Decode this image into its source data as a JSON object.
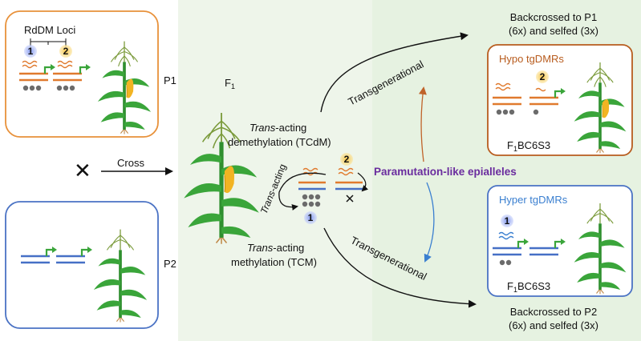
{
  "colors": {
    "p1_border": "#e8913a",
    "p2_border": "#4a72c4",
    "hypo_border": "#b85c1e",
    "hyper_border": "#4a72c4",
    "orange_line": "#e07a2e",
    "blue_line": "#4670c6",
    "green_arrow": "#3aa53a",
    "gray_dot": "#6b6b6b",
    "mid_bg": "#eef5ea",
    "right_bg": "#e6f2e1",
    "purple": "#6a2c9e",
    "hypo_arrow": "#c0632a",
    "hyper_arrow": "#3a7fd0"
  },
  "p1": {
    "loci_title": "RdDM Loci",
    "locus1": "1",
    "locus2": "2",
    "label": "P1"
  },
  "p2": {
    "label": "P2"
  },
  "cross": {
    "label": "Cross",
    "symbol": "✕"
  },
  "f1": {
    "label_main": "F",
    "label_sub": "1",
    "tcdm_italic": "Trans",
    "tcdm_line1_rest": "-acting",
    "tcdm_line2": "demethylation (TCdM)",
    "tcm_italic": "Trans",
    "tcm_line1_rest": "-acting",
    "tcm_line2": "methylation (TCM)",
    "trans_acting_italic": "Trans",
    "trans_acting_rest": "-acting",
    "locus1": "1",
    "locus2": "2"
  },
  "arrows": {
    "top_transgenerational": "Transgenerational",
    "bottom_transgenerational": "Transgenerational"
  },
  "paramutation": "Paramutation-like epialleles",
  "hypo": {
    "header_line1": "Backcrossed to P1",
    "header_line2": "(6x) and selfed (3x)",
    "title": "Hypo tgDMRs",
    "locus2": "2",
    "gen_main": "F",
    "gen_sub": "1",
    "gen_rest": "BC6S3"
  },
  "hyper": {
    "title": "Hyper tgDMRs",
    "locus1": "1",
    "gen_main": "F",
    "gen_sub": "1",
    "gen_rest": "BC6S3",
    "footer_line1": "Backcrossed to P2",
    "footer_line2": "(6x) and selfed (3x)"
  }
}
